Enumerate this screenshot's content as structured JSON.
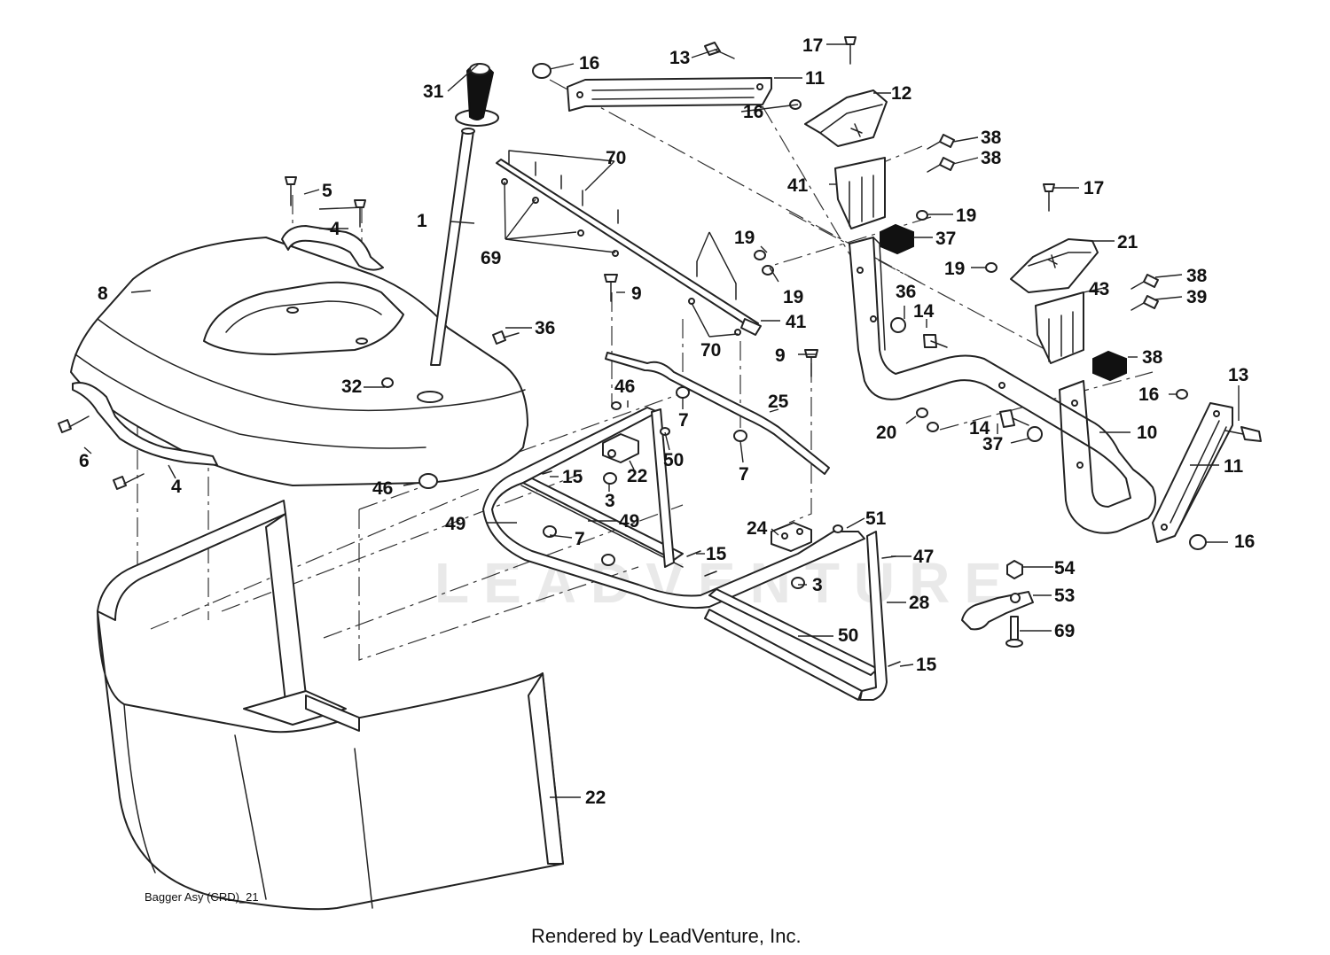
{
  "diagram": {
    "caption": "Bagger Asy (CRD)_21",
    "footer": "Rendered by LeadVenture, Inc.",
    "watermark": "LEADVENTURE",
    "callouts": [
      {
        "id": "c1",
        "label": "1"
      },
      {
        "id": "c3a",
        "label": "3"
      },
      {
        "id": "c3b",
        "label": "3"
      },
      {
        "id": "c4a",
        "label": "4"
      },
      {
        "id": "c4b",
        "label": "4"
      },
      {
        "id": "c5",
        "label": "5"
      },
      {
        "id": "c6",
        "label": "6"
      },
      {
        "id": "c7a",
        "label": "7"
      },
      {
        "id": "c7b",
        "label": "7"
      },
      {
        "id": "c7c",
        "label": "7"
      },
      {
        "id": "c8",
        "label": "8"
      },
      {
        "id": "c9a",
        "label": "9"
      },
      {
        "id": "c9b",
        "label": "9"
      },
      {
        "id": "c10",
        "label": "10"
      },
      {
        "id": "c11a",
        "label": "11"
      },
      {
        "id": "c11b",
        "label": "11"
      },
      {
        "id": "c12",
        "label": "12"
      },
      {
        "id": "c13a",
        "label": "13"
      },
      {
        "id": "c13b",
        "label": "13"
      },
      {
        "id": "c14a",
        "label": "14"
      },
      {
        "id": "c14b",
        "label": "14"
      },
      {
        "id": "c15a",
        "label": "15"
      },
      {
        "id": "c15b",
        "label": "15"
      },
      {
        "id": "c15c",
        "label": "15"
      },
      {
        "id": "c16a",
        "label": "16"
      },
      {
        "id": "c16b",
        "label": "16"
      },
      {
        "id": "c16c",
        "label": "16"
      },
      {
        "id": "c16d",
        "label": "16"
      },
      {
        "id": "c17a",
        "label": "17"
      },
      {
        "id": "c17b",
        "label": "17"
      },
      {
        "id": "c19a",
        "label": "19"
      },
      {
        "id": "c19b",
        "label": "19"
      },
      {
        "id": "c19c",
        "label": "19"
      },
      {
        "id": "c19d",
        "label": "19"
      },
      {
        "id": "c20",
        "label": "20"
      },
      {
        "id": "c21",
        "label": "21"
      },
      {
        "id": "c22a",
        "label": "22"
      },
      {
        "id": "c22b",
        "label": "22"
      },
      {
        "id": "c24",
        "label": "24"
      },
      {
        "id": "c25",
        "label": "25"
      },
      {
        "id": "c28",
        "label": "28"
      },
      {
        "id": "c31",
        "label": "31"
      },
      {
        "id": "c32",
        "label": "32"
      },
      {
        "id": "c36a",
        "label": "36"
      },
      {
        "id": "c36b",
        "label": "36"
      },
      {
        "id": "c37a",
        "label": "37"
      },
      {
        "id": "c37b",
        "label": "37"
      },
      {
        "id": "c38a",
        "label": "38"
      },
      {
        "id": "c38b",
        "label": "38"
      },
      {
        "id": "c38c",
        "label": "38"
      },
      {
        "id": "c38d",
        "label": "38"
      },
      {
        "id": "c39",
        "label": "39"
      },
      {
        "id": "c41a",
        "label": "41"
      },
      {
        "id": "c41b",
        "label": "41"
      },
      {
        "id": "c43",
        "label": "43"
      },
      {
        "id": "c46a",
        "label": "46"
      },
      {
        "id": "c46b",
        "label": "46"
      },
      {
        "id": "c47",
        "label": "47"
      },
      {
        "id": "c49a",
        "label": "49"
      },
      {
        "id": "c49b",
        "label": "49"
      },
      {
        "id": "c50a",
        "label": "50"
      },
      {
        "id": "c50b",
        "label": "50"
      },
      {
        "id": "c51",
        "label": "51"
      },
      {
        "id": "c53",
        "label": "53"
      },
      {
        "id": "c54",
        "label": "54"
      },
      {
        "id": "c69a",
        "label": "69"
      },
      {
        "id": "c69b",
        "label": "69"
      },
      {
        "id": "c70a",
        "label": "70"
      },
      {
        "id": "c70b",
        "label": "70"
      }
    ]
  }
}
